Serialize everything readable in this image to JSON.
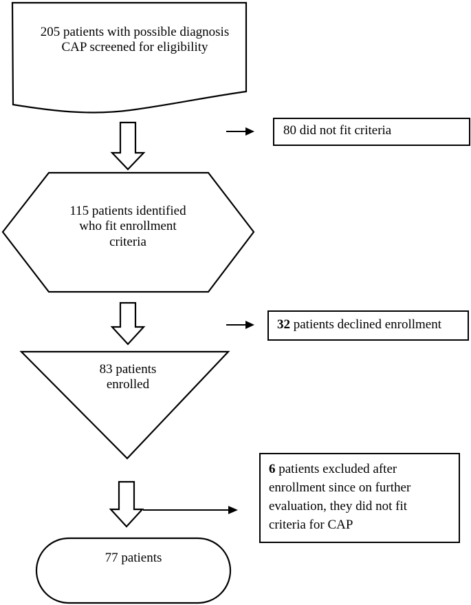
{
  "diagram": {
    "title": "CONSORT-style patient enrollment flow diagram",
    "stroke_color": "#000000",
    "fill_color": "#ffffff",
    "background": "#ffffff",
    "nodes": [
      {
        "id": "screened",
        "shape": "document",
        "text": "205 patients with possible diagnosis\nCAP screened for eligibility",
        "count": 205,
        "align": "center"
      },
      {
        "id": "eligible",
        "shape": "hexagon",
        "text": "115 patients identified\nwho fit enrollment\ncriteria",
        "count": 115,
        "align": "center"
      },
      {
        "id": "enrolled",
        "shape": "triangle-down",
        "text": "83 patients\nenrolled",
        "count": 83,
        "align": "center"
      },
      {
        "id": "analyzed",
        "shape": "stadium",
        "text": "77 patients",
        "count": 77,
        "align": "center"
      }
    ],
    "exclusion_boxes": [
      {
        "id": "excluded-criteria",
        "shape": "rectangle",
        "lead": "80",
        "lead_bold": false,
        "text": "80 did not fit criteria",
        "rest": " did not fit criteria",
        "count": 80,
        "align": "left"
      },
      {
        "id": "excluded-declined",
        "shape": "rectangle",
        "lead": "32",
        "lead_bold": true,
        "text": "32 patients declined enrollment",
        "rest": " patients declined enrollment",
        "count": 32,
        "align": "left"
      },
      {
        "id": "excluded-post-enrollment",
        "shape": "rectangle",
        "lead": "6",
        "lead_bold": true,
        "text": "6 patients excluded after enrollment since on further evaluation, they did not fit criteria for CAP",
        "rest": " patients excluded after\nenrollment since on further\nevaluation, they did not fit\ncriteria for CAP",
        "count": 6,
        "align": "left"
      }
    ],
    "connectors": [
      {
        "id": "down-arrow-1",
        "type": "block-arrow-down",
        "from": "screened",
        "to": "eligible"
      },
      {
        "id": "down-arrow-2",
        "type": "block-arrow-down",
        "from": "eligible",
        "to": "enrolled"
      },
      {
        "id": "down-arrow-3",
        "type": "block-arrow-down",
        "from": "enrolled",
        "to": "analyzed"
      },
      {
        "id": "side-arrow-1",
        "type": "line-arrow-right",
        "from": "down-arrow-1",
        "to": "excluded-criteria"
      },
      {
        "id": "side-arrow-2",
        "type": "line-arrow-right",
        "from": "down-arrow-2",
        "to": "excluded-declined"
      },
      {
        "id": "side-arrow-3",
        "type": "line-arrow-right",
        "from": "down-arrow-3",
        "to": "excluded-post-enrollment"
      }
    ]
  }
}
